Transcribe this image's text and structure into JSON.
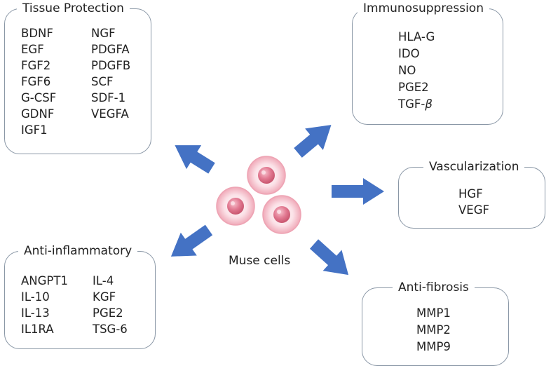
{
  "center_label": "Muse cells",
  "arrow_color": "#4472c4",
  "cell_color": "#e9879b",
  "boxes": {
    "tissue_protection": {
      "title": "Tissue Protection",
      "col1": [
        "BDNF",
        "EGF",
        "FGF2",
        "FGF6",
        "G-CSF",
        "GDNF",
        "IGF1"
      ],
      "col2": [
        "NGF",
        "PDGFA",
        "PDGFB",
        "SCF",
        "SDF-1",
        "VEGFA"
      ]
    },
    "immunosuppression": {
      "title": "Immunosuppression",
      "items": [
        "HLA-G",
        "IDO",
        "NO",
        "PGE2"
      ],
      "tgf_prefix": "TGF-",
      "tgf_symbol": "β"
    },
    "vascularization": {
      "title": "Vascularization",
      "items": [
        "HGF",
        "VEGF"
      ]
    },
    "anti_inflammatory": {
      "title": "Anti-inflammatory",
      "col1": [
        "ANGPT1",
        "IL-10",
        "IL-13",
        "IL1RA"
      ],
      "col2": [
        "IL-4",
        "KGF",
        "PGE2",
        "TSG-6"
      ]
    },
    "anti_fibrosis": {
      "title": "Anti-fibrosis",
      "items": [
        "MMP1",
        "MMP2",
        "MMP9"
      ]
    }
  }
}
